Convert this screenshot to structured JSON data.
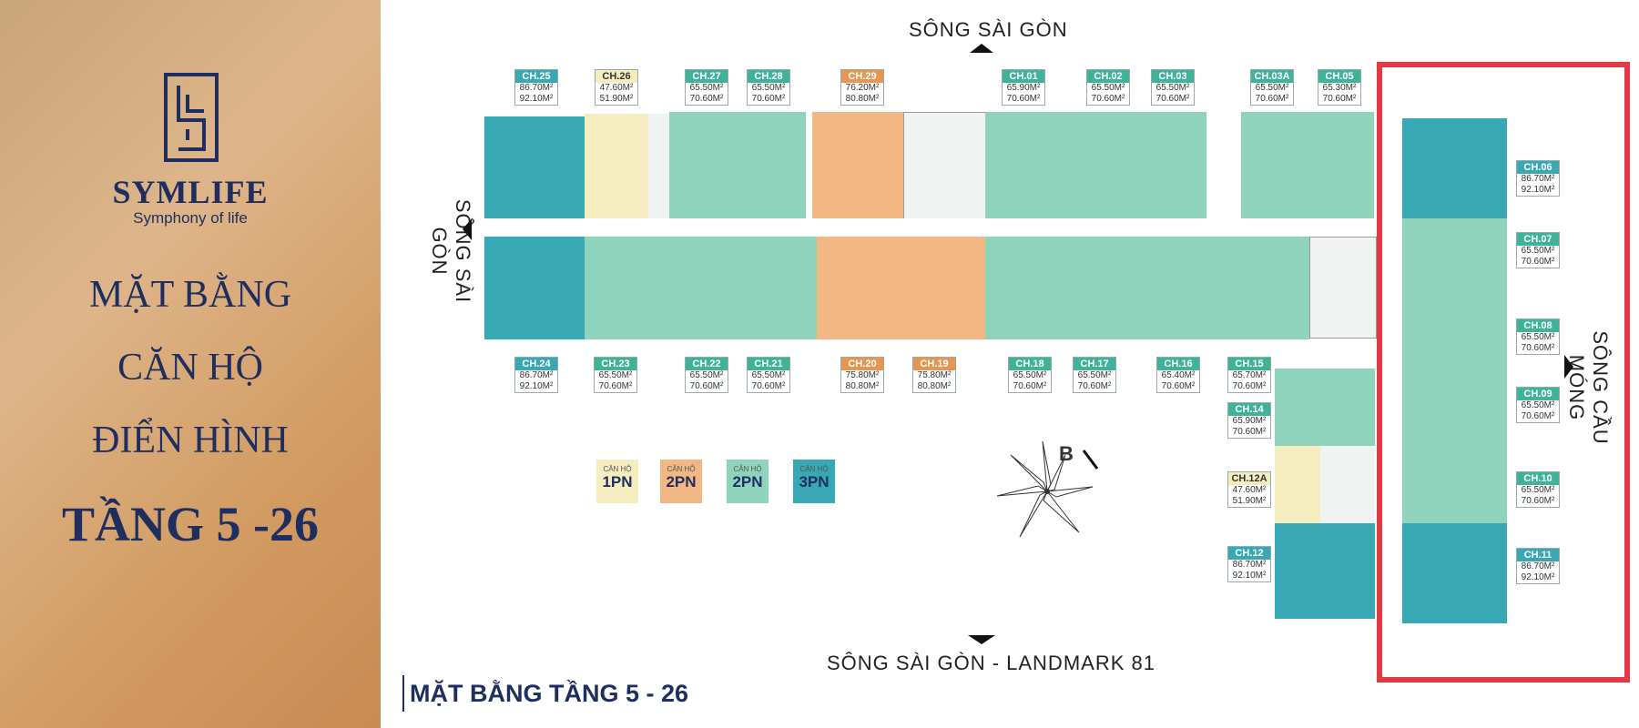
{
  "brand": {
    "name": "SYMLIFE",
    "tagline": "Symphony of life"
  },
  "page_title": {
    "line1": "MẶT BẰNG",
    "line2": "CĂN HỘ",
    "line3": "ĐIỂN HÌNH",
    "line4": "TẦNG 5 -26"
  },
  "river_labels": {
    "top": "SÔNG SÀI GÒN",
    "left": "SÔNG SÀI GÒN",
    "bottom": "SÔNG SÀI GÒN - LANDMARK 81",
    "right": "SÔNG CẦU MÓNG"
  },
  "floor_plan_title": "MẶT BẰNG TẦNG 5 - 26",
  "compass": "B",
  "colors": {
    "type_1pn": "#f5ecbf",
    "type_2pn_large": "#f2b785",
    "type_2pn": "#8fd3bd",
    "type_3pn": "#39a8b5",
    "highlight": "#e03a45",
    "brand_blue": "#1e2e5e"
  },
  "legend": [
    {
      "small": "CĂN HỘ",
      "big": "1PN",
      "color": "#f5ecbf"
    },
    {
      "small": "CĂN HỘ",
      "big": "2PN",
      "color": "#f2b785"
    },
    {
      "small": "CĂN HỘ",
      "big": "2PN",
      "color": "#8fd3bd"
    },
    {
      "small": "CĂN HỘ",
      "big": "3PN",
      "color": "#39a8b5"
    }
  ],
  "units": {
    "u25": {
      "code": "CH.25",
      "a1": "86.70M²",
      "a2": "92.10M²"
    },
    "u26": {
      "code": "CH.26",
      "a1": "47.60M²",
      "a2": "51.90M²"
    },
    "u27": {
      "code": "CH.27",
      "a1": "65.50M²",
      "a2": "70.60M²"
    },
    "u28": {
      "code": "CH.28",
      "a1": "65.50M²",
      "a2": "70.60M²"
    },
    "u29": {
      "code": "CH.29",
      "a1": "76.20M²",
      "a2": "80.80M²"
    },
    "u01": {
      "code": "CH.01",
      "a1": "65.90M²",
      "a2": "70.60M²"
    },
    "u02": {
      "code": "CH.02",
      "a1": "65.50M²",
      "a2": "70.60M²"
    },
    "u03": {
      "code": "CH.03",
      "a1": "65.50M²",
      "a2": "70.60M²"
    },
    "u03a": {
      "code": "CH.03A",
      "a1": "65.50M²",
      "a2": "70.60M²"
    },
    "u05": {
      "code": "CH.05",
      "a1": "65.30M²",
      "a2": "70.60M²"
    },
    "u24": {
      "code": "CH.24",
      "a1": "86.70M²",
      "a2": "92.10M²"
    },
    "u23": {
      "code": "CH.23",
      "a1": "65.50M²",
      "a2": "70.60M²"
    },
    "u22": {
      "code": "CH.22",
      "a1": "65.50M²",
      "a2": "70.60M²"
    },
    "u21": {
      "code": "CH.21",
      "a1": "65.50M²",
      "a2": "70.60M²"
    },
    "u20": {
      "code": "CH.20",
      "a1": "75.80M²",
      "a2": "80.80M²"
    },
    "u19": {
      "code": "CH.19",
      "a1": "75.80M²",
      "a2": "80.80M²"
    },
    "u18": {
      "code": "CH.18",
      "a1": "65.50M²",
      "a2": "70.60M²"
    },
    "u17": {
      "code": "CH.17",
      "a1": "65.50M²",
      "a2": "70.60M²"
    },
    "u16": {
      "code": "CH.16",
      "a1": "65.40M²",
      "a2": "70.60M²"
    },
    "u15": {
      "code": "CH.15",
      "a1": "65.70M²",
      "a2": "70.60M²"
    },
    "u14": {
      "code": "CH.14",
      "a1": "65.90M²",
      "a2": "70.60M²"
    },
    "u12a": {
      "code": "CH.12A",
      "a1": "47.60M²",
      "a2": "51.90M²"
    },
    "u12": {
      "code": "CH.12",
      "a1": "86.70M²",
      "a2": "92.10M²"
    },
    "u06": {
      "code": "CH.06",
      "a1": "86.70M²",
      "a2": "92.10M²"
    },
    "u07": {
      "code": "CH.07",
      "a1": "65.50M²",
      "a2": "70.60M²"
    },
    "u08": {
      "code": "CH.08",
      "a1": "65.50M²",
      "a2": "70.60M²"
    },
    "u09": {
      "code": "CH.09",
      "a1": "65.50M²",
      "a2": "70.60M²"
    },
    "u10": {
      "code": "CH.10",
      "a1": "65.50M²",
      "a2": "70.60M²"
    },
    "u11": {
      "code": "CH.11",
      "a1": "86.70M²",
      "a2": "92.10M²"
    }
  }
}
